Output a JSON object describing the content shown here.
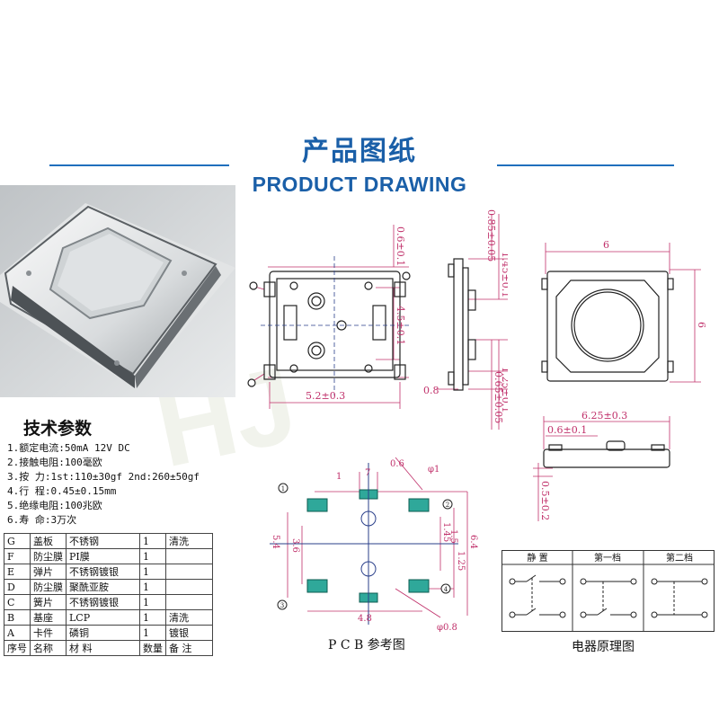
{
  "header": {
    "title_cn": "产品图纸",
    "title_en": "PRODUCT DRAWING"
  },
  "watermark": "HJ",
  "specs": {
    "title": "技术参数",
    "items": [
      "1.额定电流:50mA 12V DC",
      "2.接触电阻:100毫欧",
      "3.按    力:1st:110±30gf 2nd:260±50gf",
      "4.行    程:0.45±0.15mm",
      "5.绝缘电阻:100兆欧",
      "6.寿    命:3万次"
    ]
  },
  "bom": {
    "rows": [
      [
        "G",
        "盖板",
        "不锈钢",
        "1",
        "清洗"
      ],
      [
        "F",
        "防尘膜",
        "PI膜",
        "1",
        ""
      ],
      [
        "E",
        "弹片",
        "不锈钢镀银",
        "1",
        ""
      ],
      [
        "D",
        "防尘膜",
        "聚酰亚胺",
        "1",
        ""
      ],
      [
        "C",
        "簧片",
        "不锈钢镀银",
        "1",
        ""
      ],
      [
        "B",
        "基座",
        "LCP",
        "1",
        "清洗"
      ],
      [
        "A",
        "卡件",
        "磷铜",
        "1",
        "镀银"
      ]
    ],
    "header": [
      "序号",
      "名称",
      "材 料",
      "数量",
      "备 注"
    ]
  },
  "drawing": {
    "top_dim_a": "0.6±0.1",
    "top_dim_b": "4.5±0.1",
    "top_dim_c": "5.2±0.3",
    "side_dim_a": "0.85±0.05",
    "side_dim_b": "1.45±0.1",
    "side_dim_c": "1.25±0.1",
    "side_dim_d": "0.65±0.05",
    "side_dim_e": "0.8",
    "right_dim_w": "6",
    "right_dim_h": "6",
    "bottom_dim_a": "6.25±0.3",
    "bottom_dim_b": "0.6±0.1",
    "bottom_dim_c": "0.5±0.2",
    "circle_labels": [
      "1",
      "2",
      "3",
      "4"
    ]
  },
  "pcb": {
    "caption": "P C B 参考图",
    "dims": {
      "d1": "1",
      "d06": "0.6",
      "phi1": "φ1",
      "d7": "7",
      "d54": "5.4",
      "d36": "3.6",
      "d145": "1.45",
      "d15": "1.5",
      "d125": "1.25",
      "d64": "6.4",
      "d48": "4.8",
      "phi08": "φ0.8"
    }
  },
  "circuit": {
    "caption": "电器原理图",
    "headers": [
      "静 置",
      "第一档",
      "第二档"
    ]
  }
}
